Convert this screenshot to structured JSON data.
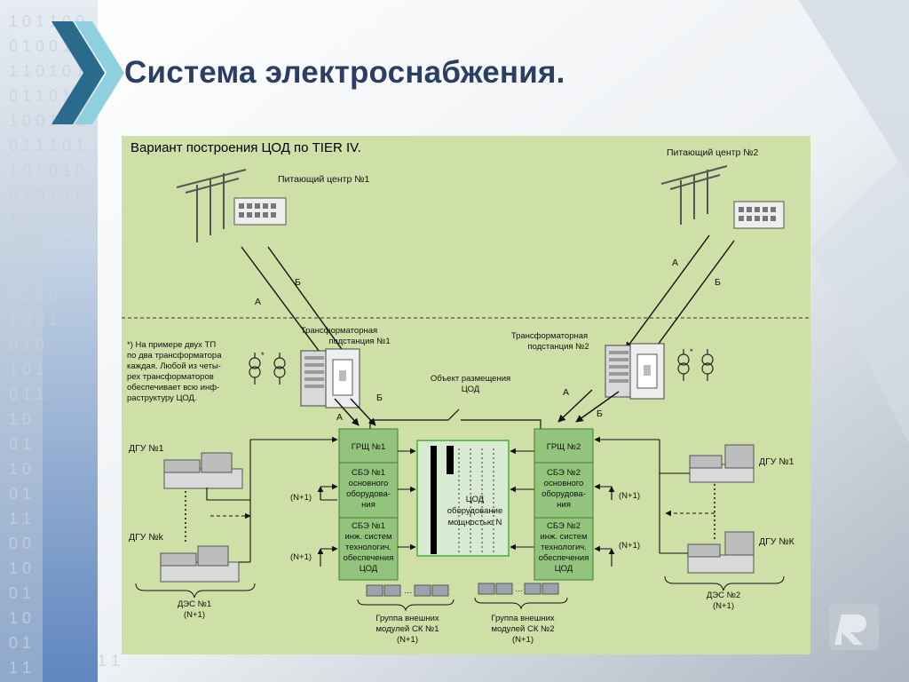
{
  "slide": {
    "title": "Система электроснабжения."
  },
  "diagram": {
    "title": "Вариант построения ЦОД по TIER IV.",
    "left": {
      "feed_center": "Питающий центр №1",
      "feed_a": "А",
      "feed_b": "Б",
      "substation": [
        "Трансформаторная",
        "подстанция №1"
      ],
      "sub_a": "А",
      "sub_b": "Б",
      "grsh": "ГРЩ №1",
      "sbe_main": [
        "СБЭ №1",
        "основного",
        "оборудова-",
        "ния"
      ],
      "sbe_eng": [
        "СБЭ №1",
        "инж. систем",
        "технологич.",
        "обеспечения",
        "ЦОД"
      ],
      "dgu_first": "ДГУ №1",
      "dgu_last": "ДГУ №k",
      "redundancy_1": "(N+1)",
      "redundancy_2": "(N+1)",
      "des": [
        "ДЭС №1",
        "(N+1)"
      ],
      "cooling_group": [
        "Группа внешних",
        "модулей СК №1",
        "(N+1)"
      ]
    },
    "right": {
      "feed_center": "Питающий центр №2",
      "feed_a": "А",
      "feed_b": "Б",
      "substation": [
        "Трансформаторная",
        "подстанция №2"
      ],
      "sub_a": "А",
      "sub_b": "Б",
      "grsh": "ГРЩ №2",
      "sbe_main": [
        "СБЭ №2",
        "основного",
        "оборудова-",
        "ния"
      ],
      "sbe_eng": [
        "СБЭ №2",
        "инж. систем",
        "технологич.",
        "обеспечения",
        "ЦОД"
      ],
      "dgu_first": "ДГУ №1",
      "dgu_last": "ДГУ №К",
      "redundancy_1": "(N+1)",
      "redundancy_2": "(N+1)",
      "des": [
        "ДЭС №2",
        "(N+1)"
      ],
      "cooling_group": [
        "Группа внешних",
        "модулей СК №2",
        "(N+1)"
      ]
    },
    "note": [
      "*) На примере двух ТП",
      "по два трансформатора",
      "каждая. Любой из четы-",
      "рех трансформаторов",
      "обеспечивает всю инф-",
      "раструктуру ЦОД."
    ],
    "facility": [
      "Объект размещения",
      "ЦОД"
    ],
    "center": [
      "ЦОД",
      "оборудование",
      "мощностью N"
    ],
    "transformer_mark": "*",
    "module_dots": "…",
    "colors": {
      "panel": "#cfdfa8",
      "block": "#93c47d",
      "block_border": "#3f7f2a",
      "center_border": "#4aae3a",
      "title": "#2a3f63"
    }
  }
}
